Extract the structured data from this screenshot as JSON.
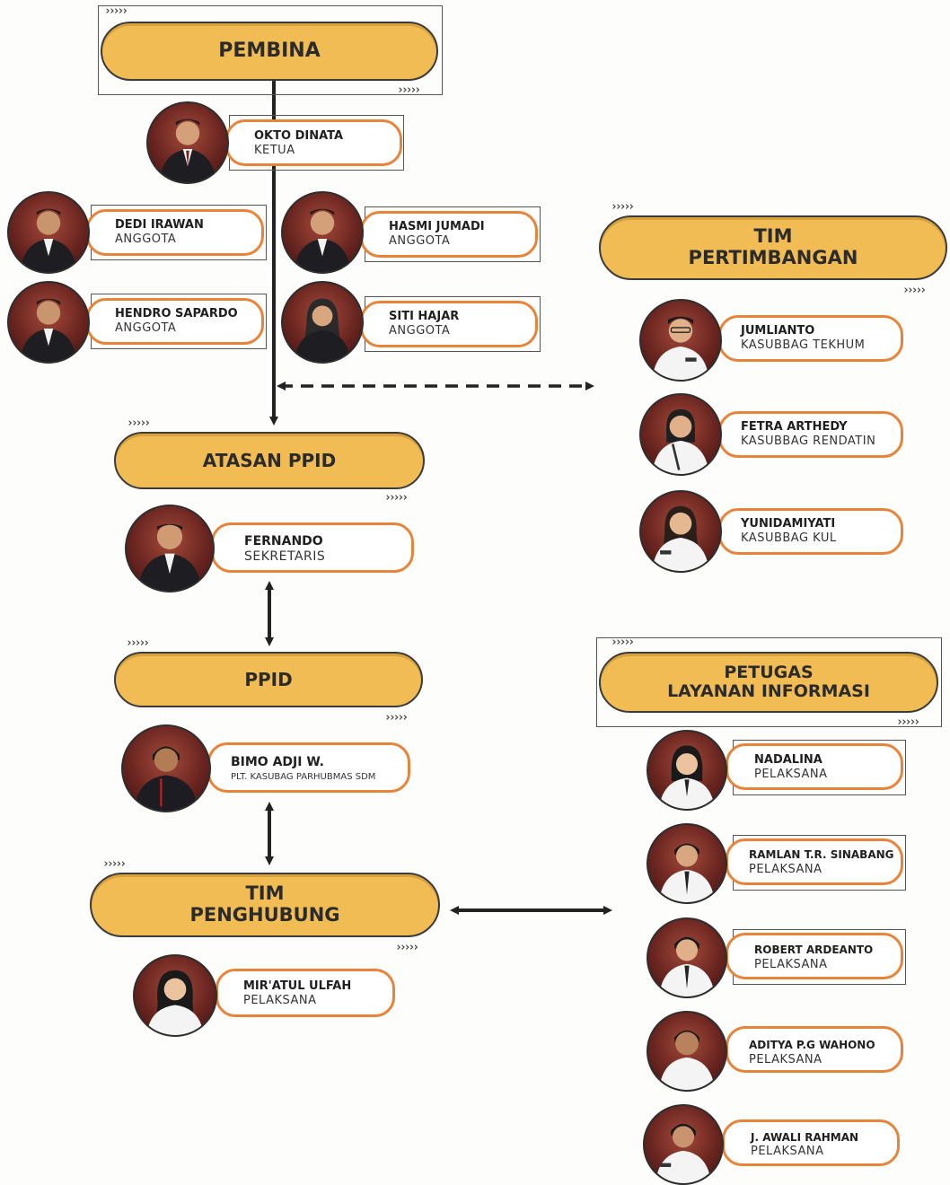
{
  "colors": {
    "accent": "#f2bc55",
    "card_border": "#e8843a",
    "line": "#222222"
  },
  "chevrons": "›››››",
  "sections": {
    "pembina": "PEMBINA",
    "tim_pertimbangan": [
      "TIM",
      "PERTIMBANGAN"
    ],
    "atasan_ppid": "ATASAN PPID",
    "ppid": "PPID",
    "petugas": [
      "PETUGAS",
      "LAYANAN INFORMASI"
    ],
    "tim_penghubung": [
      "TIM",
      "PENGHUBUNG"
    ]
  },
  "people": {
    "okto": {
      "name": "OKTO DINATA",
      "role": "KETUA"
    },
    "dedi": {
      "name": "DEDI IRAWAN",
      "role": "ANGGOTA"
    },
    "hasmi": {
      "name": "HASMI JUMADI",
      "role": "ANGGOTA"
    },
    "hendro": {
      "name": "HENDRO SAPARDO",
      "role": "ANGGOTA"
    },
    "siti": {
      "name": "SITI HAJAR",
      "role": "ANGGOTA"
    },
    "jumlianto": {
      "name": "JUMLIANTO",
      "role": "KASUBBAG TEKHUM"
    },
    "fetra": {
      "name": "FETRA ARTHEDY",
      "role": "KASUBBAG RENDATIN"
    },
    "yunida": {
      "name": "YUNIDAMIYATI",
      "role": "KASUBBAG KUL"
    },
    "fernando": {
      "name": "FERNANDO",
      "role": "SEKRETARIS"
    },
    "bimo": {
      "name": "BIMO ADJI W.",
      "role": "PLT. KASUBAG PARHUBMAS SDM"
    },
    "mir": {
      "name": "MIR'ATUL ULFAH",
      "role": "PELAKSANA"
    },
    "nadalina": {
      "name": "NADALINA",
      "role": "PELAKSANA"
    },
    "ramlan": {
      "name": "RAMLAN T.R. SINABANG",
      "role": "PELAKSANA"
    },
    "robert": {
      "name": "ROBERT ARDEANTO",
      "role": "PELAKSANA"
    },
    "aditya": {
      "name": "ADITYA P.G WAHONO",
      "role": "PELAKSANA"
    },
    "awali": {
      "name": "J. AWALI RAHMAN",
      "role": "PELAKSANA"
    }
  }
}
